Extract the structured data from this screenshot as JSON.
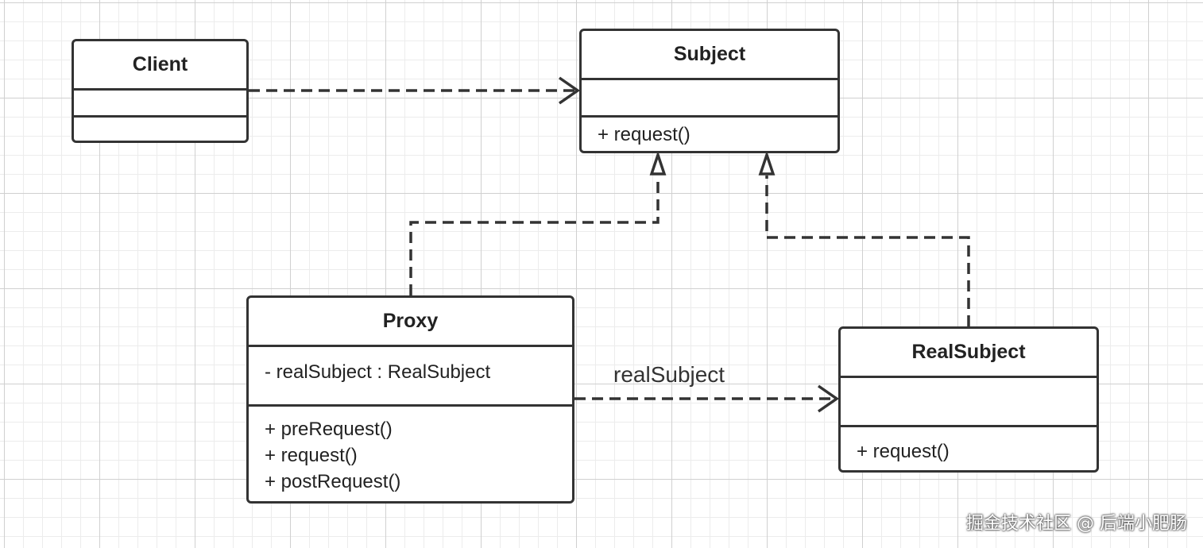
{
  "classes": {
    "client": {
      "name": "Client",
      "attributes": [],
      "operations": []
    },
    "subject": {
      "name": "Subject",
      "attributes": [],
      "operations": [
        "+ request()"
      ]
    },
    "proxy": {
      "name": "Proxy",
      "attributes": [
        "- realSubject : RealSubject"
      ],
      "operations": [
        "+ preRequest()",
        "+ request()",
        "+ postRequest()"
      ]
    },
    "realsubject": {
      "name": "RealSubject",
      "attributes": [],
      "operations": [
        "+ request()"
      ]
    }
  },
  "relationships": {
    "client_subject": {
      "type": "dependency",
      "from": "Client",
      "to": "Subject"
    },
    "proxy_subject": {
      "type": "realization",
      "from": "Proxy",
      "to": "Subject"
    },
    "realsubject_subject": {
      "type": "realization",
      "from": "RealSubject",
      "to": "Subject"
    },
    "proxy_realsubject": {
      "type": "dependency",
      "from": "Proxy",
      "to": "RealSubject",
      "label": "realSubject"
    }
  },
  "watermark": "掘金技术社区 @ 后端小肥肠",
  "colors": {
    "line": "#333333",
    "text": "#222222",
    "background": "#ffffff",
    "grid": "#d0d0d0"
  }
}
